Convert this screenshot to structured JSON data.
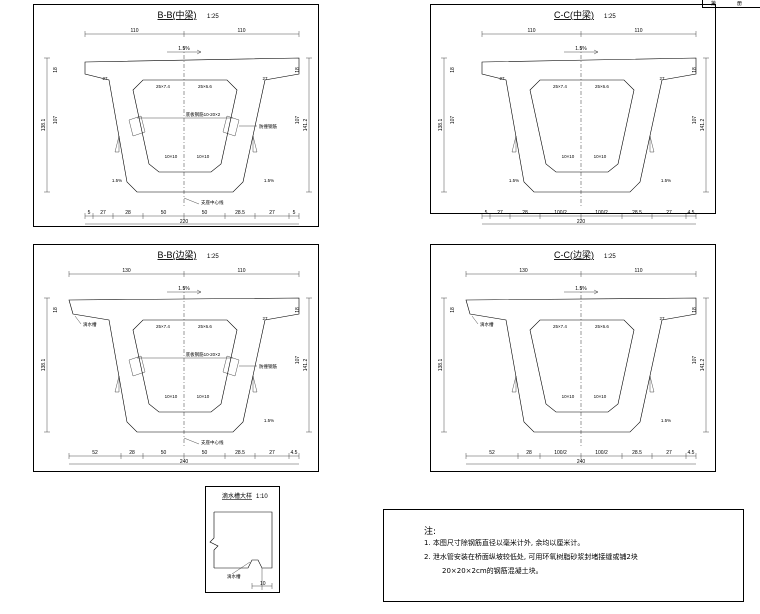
{
  "stamp": {
    "left": "第",
    "right": "册"
  },
  "panels": [
    {
      "id": "bb-mid",
      "title": "B-B(中梁)",
      "scale": "1:25",
      "top_dims": [
        "110",
        "110"
      ],
      "slope_top": "1.5%",
      "height_left": "138.1",
      "height_right": "141.2",
      "left_small": [
        "18",
        "107"
      ],
      "right_small": [
        "18",
        "107"
      ],
      "labels": {
        "haunch_l": "25×7.4",
        "haunch_r": "25×6.6",
        "web_mid": "底板钢筋10-20×2",
        "bot_l": "10×10",
        "bot_r": "10×10",
        "slope_l": "1.5%",
        "slope_r": "1.5%",
        "side_r": "防撞钢筋",
        "bot_note": "支座中心线",
        "v_l": "27",
        "v_r": "27"
      },
      "bot_dims": [
        "5",
        "27",
        "28",
        "50",
        "50",
        "28.5",
        "27",
        "5"
      ],
      "total": "220"
    },
    {
      "id": "cc-mid",
      "title": "C-C(中梁)",
      "scale": "1:25",
      "top_dims": [
        "110",
        "110"
      ],
      "slope_top": "1.5%",
      "height_left": "138.1",
      "height_right": "141.2",
      "left_small": [
        "18",
        "107"
      ],
      "right_small": [
        "18",
        "107"
      ],
      "labels": {
        "haunch_l": "25×7.4",
        "haunch_r": "25×6.6",
        "web_mid": "",
        "bot_l": "10×10",
        "bot_r": "10×10",
        "slope_l": "1.5%",
        "slope_r": "1.5%",
        "side_r": "",
        "bot_note": "",
        "v_l": "27",
        "v_r": "27"
      },
      "bot_dims": [
        "5",
        "27",
        "28",
        "100/2",
        "100/2",
        "28.5",
        "27",
        "4.5"
      ],
      "total": "220"
    },
    {
      "id": "bb-edge",
      "title": "B-B(边梁)",
      "scale": "1:25",
      "top_dims": [
        "130",
        "110"
      ],
      "slope_top": "1.5%",
      "height_left": "138.1",
      "height_right": "141.2",
      "left_small": [
        "18"
      ],
      "right_small": [
        "18",
        "107"
      ],
      "labels": {
        "haunch_l": "25×7.4",
        "haunch_r": "25×6.6",
        "web_mid": "底板钢筋10-20×2",
        "bot_l": "10×10",
        "bot_r": "10×10",
        "slope_l": "",
        "slope_r": "1.5%",
        "side_r": "防撞钢筋",
        "bot_note": "支座中心线",
        "v_l": "",
        "v_r": "27",
        "cant_l": "滴水槽"
      },
      "bot_dims": [
        "52",
        "28",
        "50",
        "50",
        "28.5",
        "27",
        "4.5"
      ],
      "total": "240"
    },
    {
      "id": "cc-edge",
      "title": "C-C(边梁)",
      "scale": "1:25",
      "top_dims": [
        "130",
        "110"
      ],
      "slope_top": "1.5%",
      "height_left": "138.1",
      "height_right": "141.2",
      "left_small": [
        "18"
      ],
      "right_small": [
        "18",
        "107"
      ],
      "labels": {
        "haunch_l": "25×7.4",
        "haunch_r": "25×6.6",
        "web_mid": "",
        "bot_l": "10×10",
        "bot_r": "10×10",
        "slope_l": "",
        "slope_r": "1.5%",
        "side_r": "",
        "bot_note": "",
        "v_l": "",
        "v_r": "27",
        "cant_l": "滴水槽"
      },
      "bot_dims": [
        "52",
        "28",
        "100/2",
        "100/2",
        "28.5",
        "27",
        "4.5"
      ],
      "total": "240"
    }
  ],
  "detail": {
    "title": "滴水槽大样",
    "scale": "1:10",
    "label": "滴水槽",
    "dim": "10"
  },
  "notes": {
    "heading": "注:",
    "line1": "1. 本图尺寸除钢筋直径以毫米计外, 余均以厘米计。",
    "line2": "2. 泄水管安装在桥面纵坡较低处, 可用环氧树脂砂浆封堵接缝或铺2块",
    "line3": "20×20×2cm的钢筋混凝土块。"
  }
}
